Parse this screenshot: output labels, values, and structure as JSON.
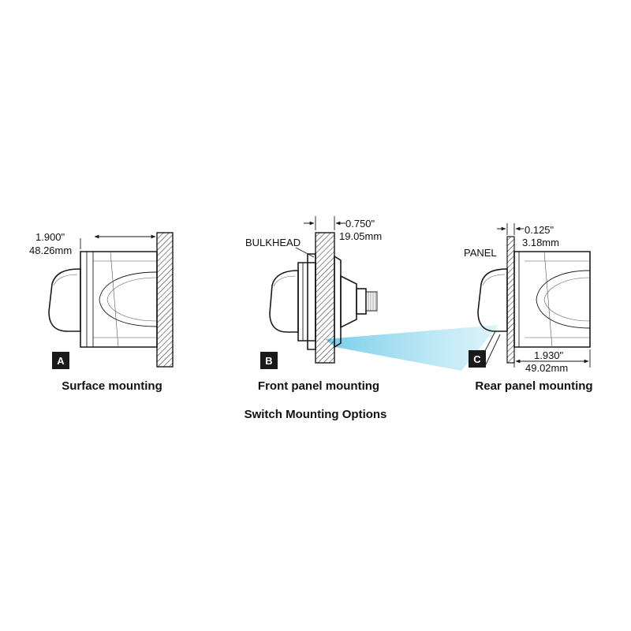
{
  "title": "Switch Mounting Options",
  "colors": {
    "badge": "#1a1a1a",
    "beam": "#7fd2ec",
    "hatch": "#1a1a1a"
  },
  "panels": [
    {
      "badge": "A",
      "caption": "Surface mounting",
      "dim_in": "1.900\"",
      "dim_mm": "48.26mm"
    },
    {
      "badge": "B",
      "caption": "Front panel mounting",
      "label": "BULKHEAD",
      "dim_in": "0.750\"",
      "dim_mm": "19.05mm"
    },
    {
      "badge": "C",
      "caption": "Rear panel mounting",
      "label": "PANEL",
      "dim_in": "0.125\"",
      "dim_mm": "3.18mm",
      "dim2_in": "1.930\"",
      "dim2_mm": "49.02mm"
    }
  ]
}
